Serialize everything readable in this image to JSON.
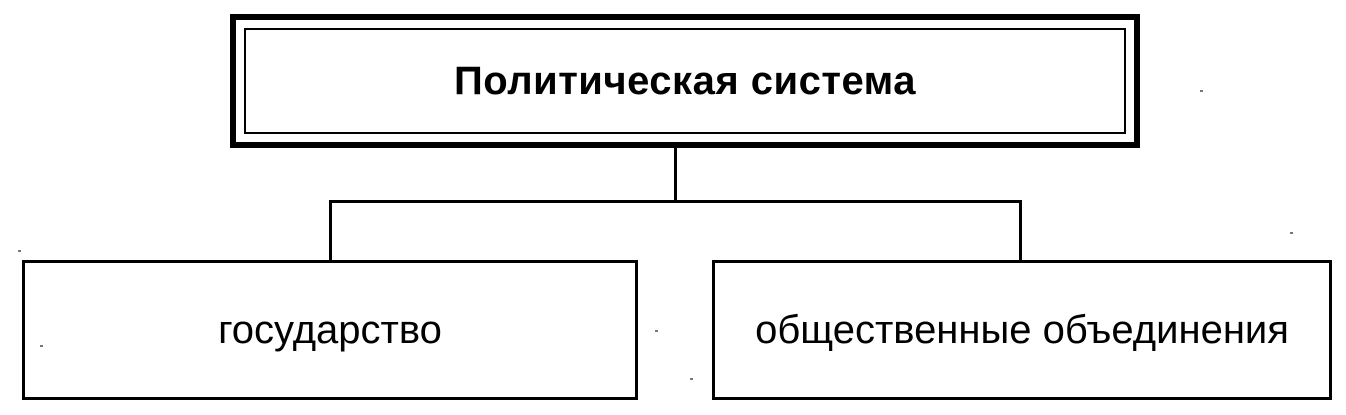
{
  "diagram": {
    "root": {
      "label": "Политическая система"
    },
    "children": [
      {
        "label": "государство"
      },
      {
        "label": "общественные объединения"
      }
    ]
  }
}
